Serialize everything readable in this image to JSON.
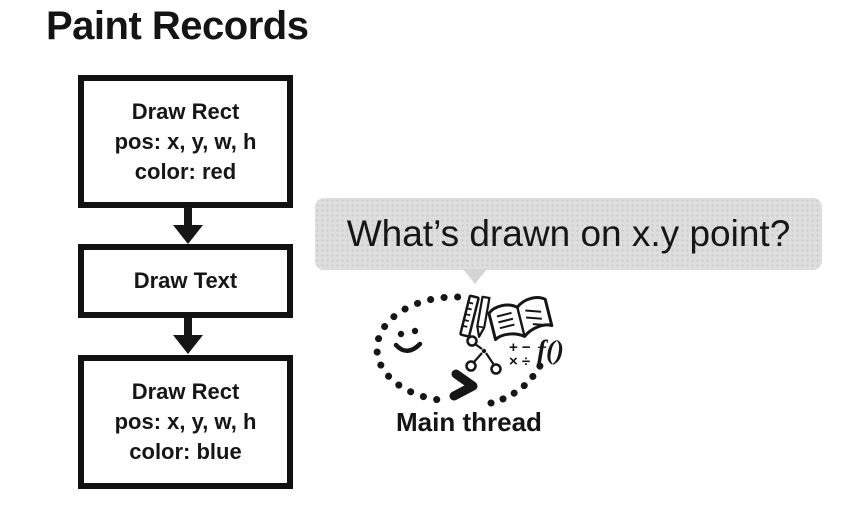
{
  "slide": {
    "title": "Paint Records"
  },
  "flow": {
    "boxes": [
      {
        "lines": [
          "Draw Rect",
          "pos: x, y, w, h",
          "color: red"
        ]
      },
      {
        "lines": [
          "Draw Text"
        ]
      },
      {
        "lines": [
          "Draw Rect",
          "pos: x, y, w, h",
          "color: blue"
        ]
      }
    ]
  },
  "bubble": {
    "text": "What’s drawn on x.y point?"
  },
  "doodle": {
    "label": "Main thread",
    "math_row1": "+ −",
    "math_row2": "× ÷",
    "function_text": "f()"
  },
  "colors": {
    "ink": "#161616",
    "bubble_bg": "#dedede",
    "bubble_dot": "#cbcbcb",
    "background": "#ffffff"
  }
}
